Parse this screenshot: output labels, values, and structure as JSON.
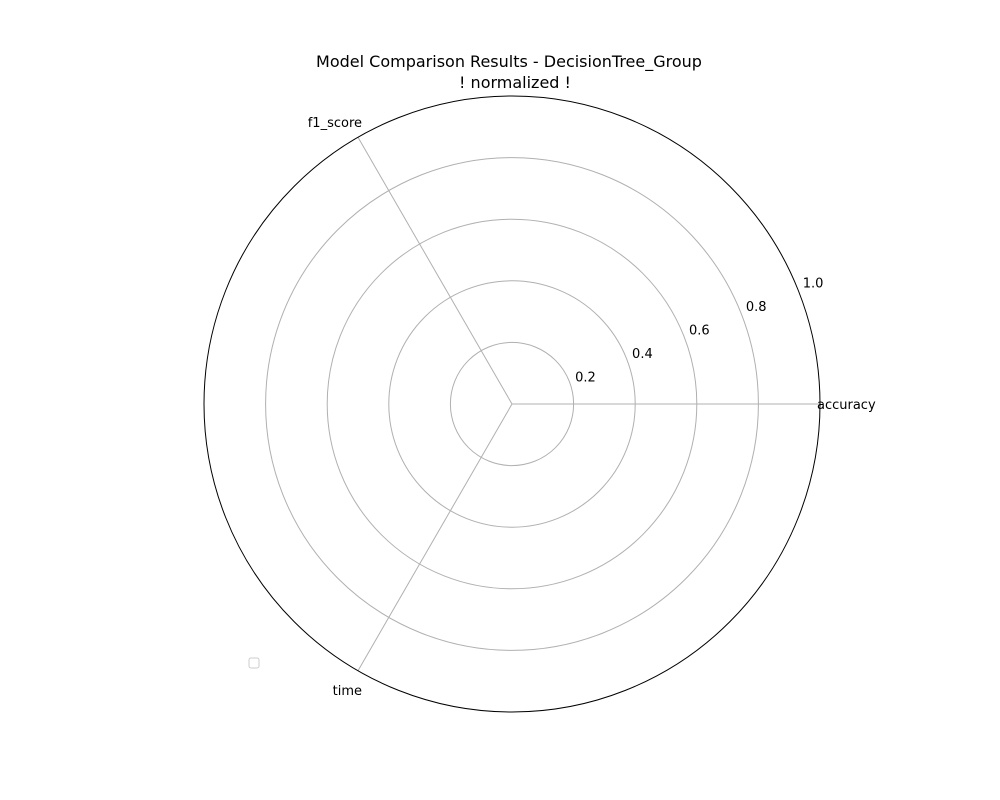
{
  "chart_data": {
    "type": "radar",
    "title": "Model Comparison Results - DecisionTree_Group",
    "subtitle": "! normalized !",
    "axes": [
      "accuracy",
      "f1_score",
      "time"
    ],
    "rlim": [
      0,
      1.0
    ],
    "rticks": [
      0.2,
      0.4,
      0.6,
      0.8,
      1.0
    ],
    "rtick_labels": [
      "0.2",
      "0.4",
      "0.6",
      "0.8",
      "1.0"
    ],
    "grid": true,
    "legend": {
      "placement": "lower-left",
      "entries": []
    },
    "series": []
  },
  "colors": {
    "grid": "#b0b0b0",
    "frame": "#000000",
    "background": "#ffffff"
  }
}
